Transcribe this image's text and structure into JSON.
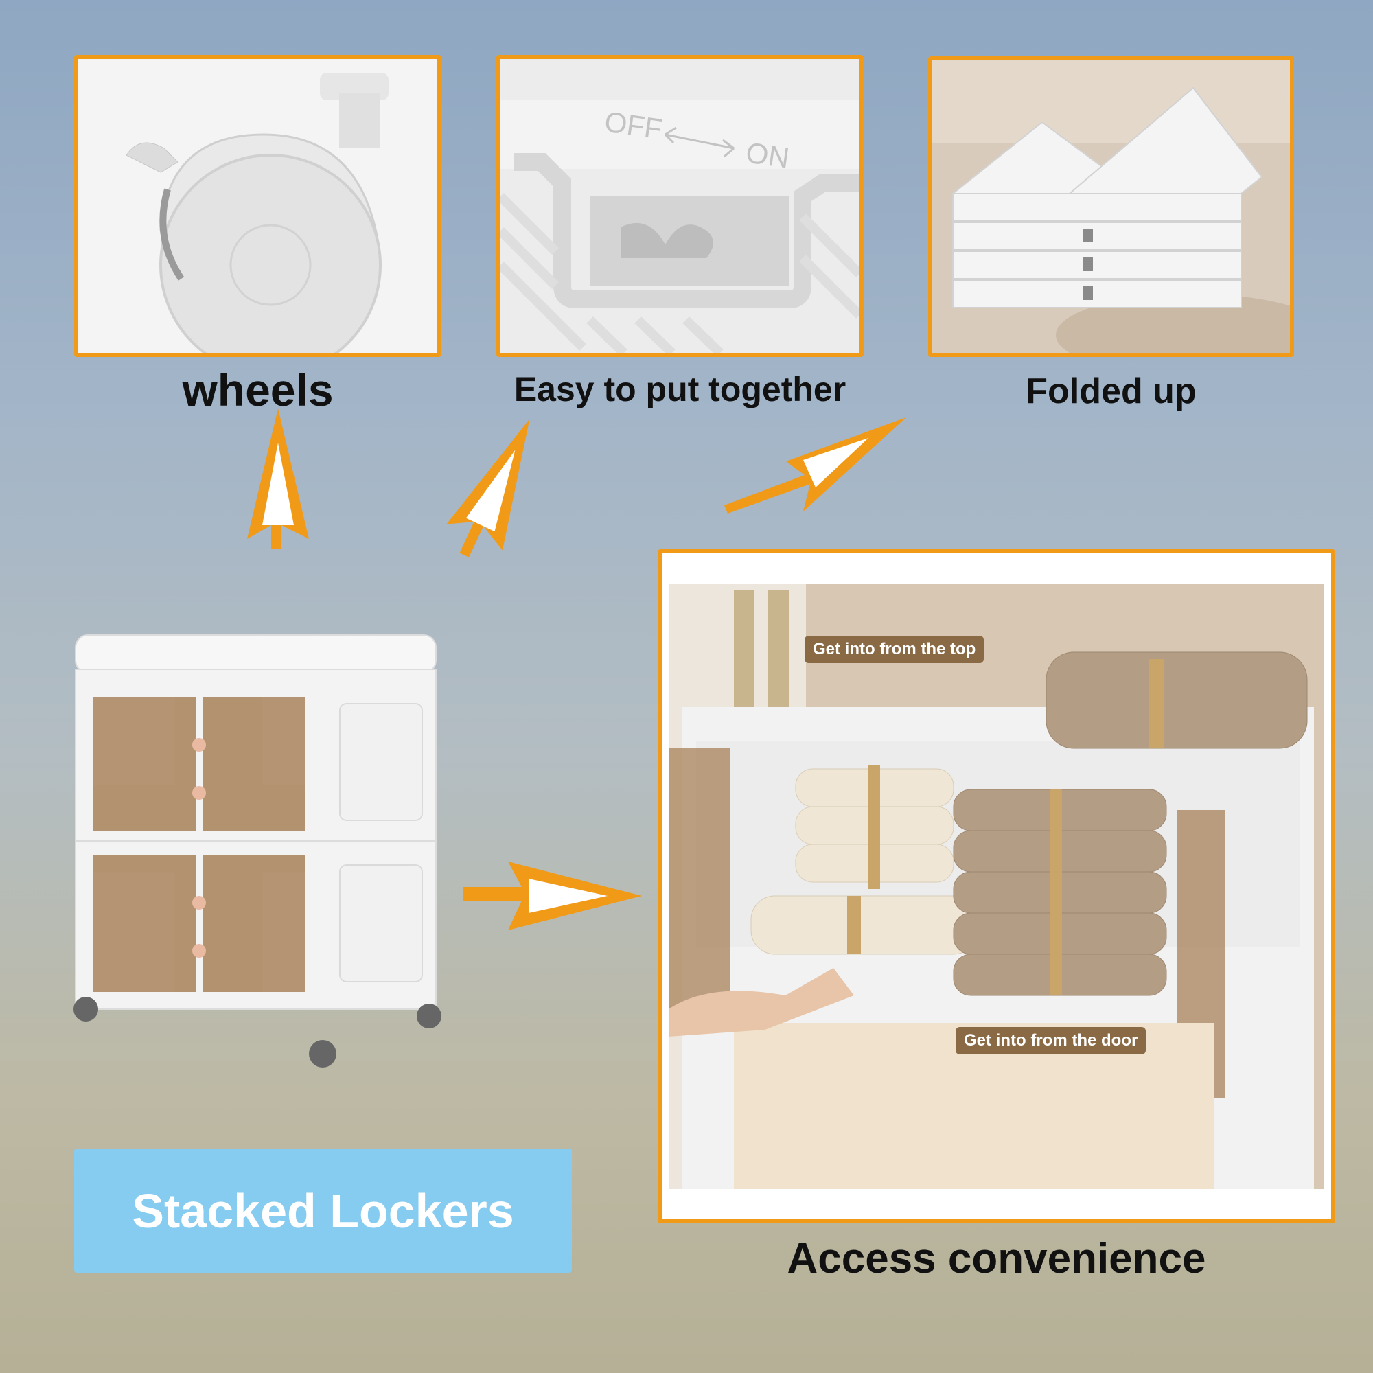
{
  "features": [
    {
      "caption": "wheels",
      "icon": "wheel-caster-icon"
    },
    {
      "caption": "Easy to put together",
      "icon": "latch-switch-icon"
    },
    {
      "caption": "Folded up",
      "icon": "folded-box-icon"
    }
  ],
  "latch": {
    "off_label": "OFF",
    "on_label": "ON"
  },
  "access": {
    "caption": "Access convenience",
    "tag_top": "Get into from the top",
    "tag_door": "Get into from the door"
  },
  "badge": {
    "label": "Stacked Lockers"
  },
  "colors": {
    "accent": "#f09a17",
    "badge": "#86ccf0",
    "tag": "#8a6a45",
    "door": "#a8825a"
  }
}
